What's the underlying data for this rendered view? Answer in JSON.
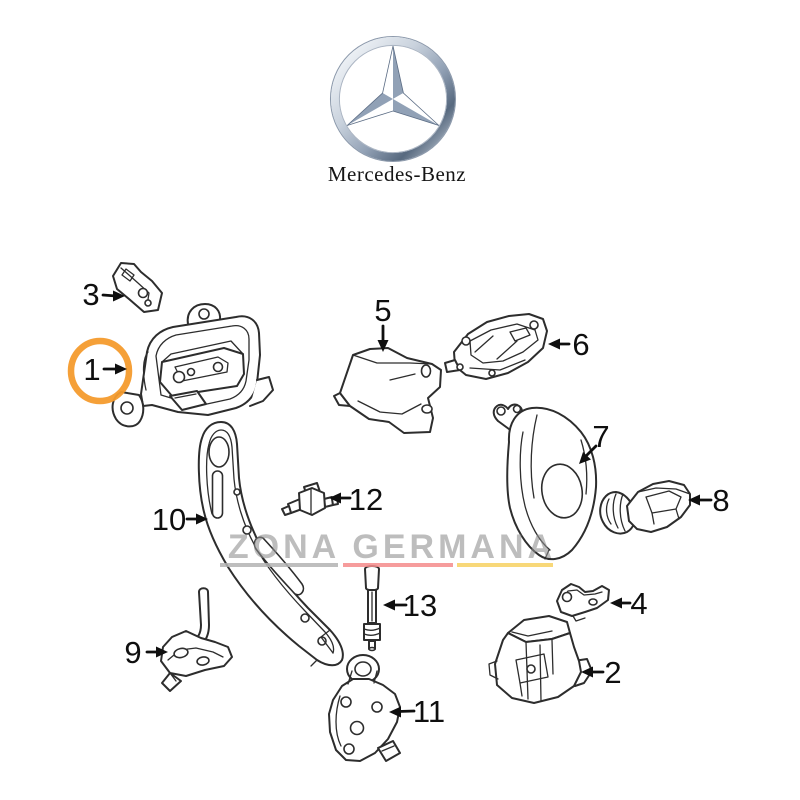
{
  "logo": {
    "brand_text": "Mercedes-Benz",
    "star_icon": "mercedes-three-pointed-star"
  },
  "parts": [
    {
      "number": "1"
    },
    {
      "number": "2"
    },
    {
      "number": "3"
    },
    {
      "number": "4"
    },
    {
      "number": "5"
    },
    {
      "number": "6"
    },
    {
      "number": "7"
    },
    {
      "number": "8"
    },
    {
      "number": "9"
    },
    {
      "number": "10"
    },
    {
      "number": "11"
    },
    {
      "number": "12"
    },
    {
      "number": "13"
    }
  ],
  "highlight": {
    "highlighted_part_number": "1",
    "circle_color": "#F49B2D"
  },
  "watermark": {
    "text": "ZONA GERMANA",
    "text_color": "#8f8f8f",
    "underline_colors": {
      "left": "#b3b3b3",
      "middle": "#f58b8b",
      "right": "#f7d161"
    }
  },
  "drawing": {
    "line_color": "#2d2d2d",
    "label_color": "#0f0f0f"
  }
}
